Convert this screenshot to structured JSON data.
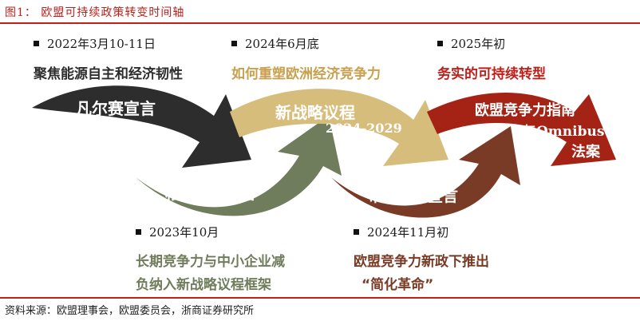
{
  "figure_title": "图1：  欧盟可持续政策转变时间轴",
  "source": "资料来源：欧盟理事会，欧盟委员会，浙商证券研究所",
  "colors": {
    "red": "#b32218",
    "dark": "#2d2d2d",
    "green": "#6f7d5c",
    "gold": "#d6bd7c",
    "brown": "#7a3b26",
    "darkred": "#a42315"
  },
  "stages": [
    {
      "name": "凡尔赛宣言",
      "date": "2022年3月10-11日",
      "desc": "聚焦能源自主和经济韧性"
    },
    {
      "name": "格拉纳达宣言",
      "date": "2023年10月",
      "desc_line1": "长期竞争力与中小企业减",
      "desc_line2": "负纳入新战略议程框架"
    },
    {
      "name": "新战略议程",
      "name_sub": "2024-2029",
      "date": "2024年6月底",
      "desc": "如何重塑欧洲经济竞争力"
    },
    {
      "name": "布达佩斯宣言",
      "date": "2024年11月初",
      "desc_line1": "欧盟竞争力新政下推出",
      "desc_line2": "“简化革命”"
    },
    {
      "name_line1": "欧盟竞争力指南",
      "name_line2": "与Omnibus",
      "name_line3": "法案",
      "date": "2025年初",
      "desc": "务实的可持续转型"
    }
  ]
}
